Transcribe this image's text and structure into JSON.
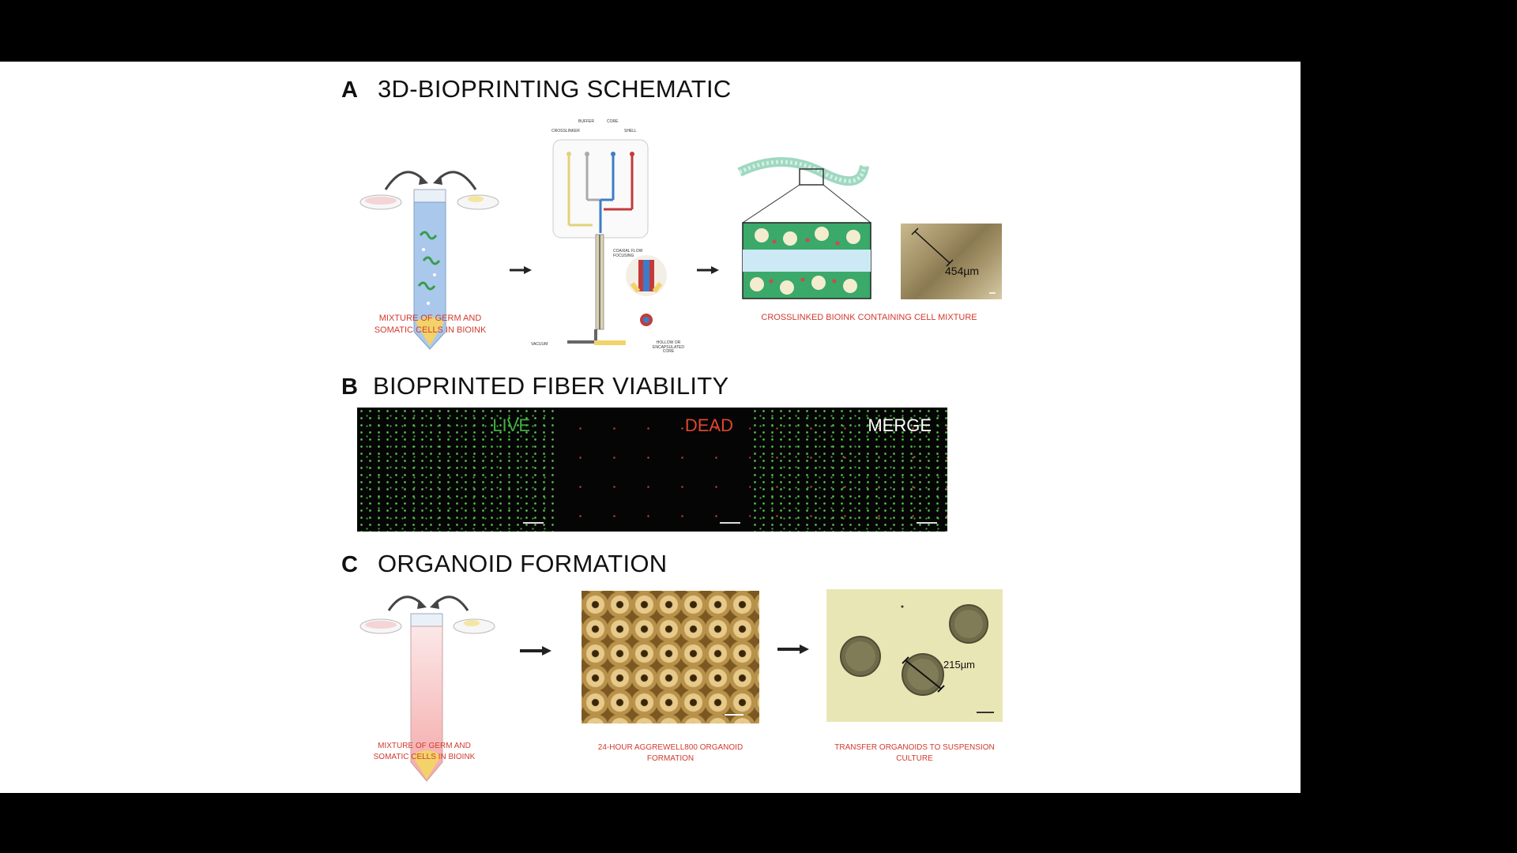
{
  "sections": {
    "a": {
      "letter": "A",
      "title": "3D-BIOPRINTING SCHEMATIC"
    },
    "b": {
      "letter": "B",
      "title": "BIOPRINTED FIBER VIABILITY"
    },
    "c": {
      "letter": "C",
      "title": "ORGANOID FORMATION"
    }
  },
  "schematic": {
    "tube_caption": "MIXTURE OF GERM AND SOMATIC CELLS IN BIOINK",
    "printhead_labels": {
      "buffer": "BUFFER",
      "core": "CORE",
      "crosslinker": "CROSSLINKER",
      "shell": "SHELL",
      "coaxial": "COAXIAL FLOW FOCUSING",
      "vacuum": "VACUUM",
      "hollow": "HOLLOW OR ENCAPSULATED CORE"
    },
    "fiber_caption": "CROSSLINKED BIOINK CONTAINING CELL MIXTURE",
    "fiber_measure": "454µm"
  },
  "viability": {
    "panels": [
      {
        "label": "LIVE",
        "color": "#3fae3f"
      },
      {
        "label": "DEAD",
        "color": "#e0452f"
      },
      {
        "label": "MERGE",
        "color": "#ffffff"
      }
    ]
  },
  "organoid": {
    "tube_caption": "MIXTURE OF GERM AND SOMATIC CELLS IN BIOINK",
    "well_caption": "24-HOUR AGGREWELL800 ORGANOID FORMATION",
    "suspension_caption": "TRANSFER ORGANOIDS TO SUSPENSION CULTURE",
    "organoid_measure": "215µm"
  },
  "colors": {
    "caption_red": "#d23a2e",
    "live_green": "#3fae3f",
    "dead_red": "#e0452f",
    "tube_blue": "#a9c8ec",
    "tube_pink": "#f5b8b8"
  }
}
